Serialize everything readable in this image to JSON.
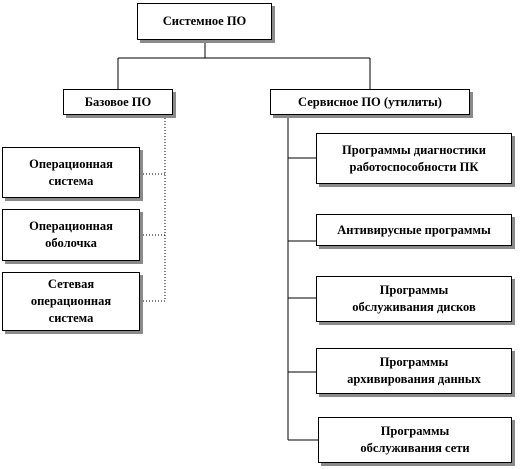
{
  "diagram": {
    "root": "Системное ПО",
    "left_branch": {
      "title": "Базовое ПО",
      "items": [
        "Операционная\nсистема",
        "Операционная\nоболочка",
        "Сетевая\nоперационная\nсистема"
      ]
    },
    "right_branch": {
      "title": "Сервисное ПО (утилиты)",
      "items": [
        "Программы диагностики\nработоспособности ПК",
        "Антивирусные программы",
        "Программы\nобслуживания дисков",
        "Программы\nархивирования данных",
        "Программы\nобслуживания сети"
      ]
    },
    "colors": {
      "border": "#000000",
      "shadow": "#8a8a8a",
      "connector": "#000000",
      "background": "#ffffff"
    }
  }
}
